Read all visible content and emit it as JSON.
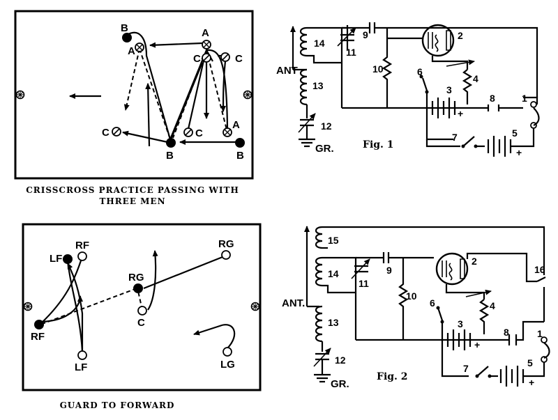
{
  "panels": {
    "crisscross": {
      "caption_line1": "CRISSCROSS PRACTICE PASSING WITH",
      "caption_line2": "THREE MEN",
      "labels": {
        "b_top": "B",
        "a_left": "A",
        "a_right": "A",
        "c_mid": "C",
        "c_right": "C",
        "c_low_mid": "C",
        "a_low": "A",
        "c_left": "C",
        "b_bottom_mid": "B",
        "b_bottom_right": "B"
      }
    },
    "guard": {
      "caption": "GUARD TO FORWARD",
      "labels": {
        "rf_top": "RF",
        "lf_top": "LF",
        "rg_top": "RG",
        "rg_mid": "RG",
        "c": "C",
        "rf_left": "RF",
        "lf_bottom": "LF",
        "lg": "LG"
      }
    },
    "fig1": {
      "title": "Fig. 1",
      "ant": "ANT",
      "gr": "GR.",
      "numbers": {
        "n14": "14",
        "n11": "11",
        "n9": "9",
        "n2": "2",
        "n10": "10",
        "n6": "6",
        "n4": "4",
        "n3": "3",
        "n8": "8",
        "n1": "1",
        "n13": "13",
        "n12": "12",
        "n7": "7",
        "n5": "5",
        "plus3": "+",
        "plus5": "+"
      }
    },
    "fig2": {
      "title": "Fig. 2",
      "ant": "ANT.",
      "gr": "GR.",
      "numbers": {
        "n15": "15",
        "n14": "14",
        "n11": "11",
        "n9": "9",
        "n2": "2",
        "n10": "10",
        "n16": "16",
        "n6": "6",
        "n4": "4",
        "n3": "3",
        "n8": "8",
        "n1": "1",
        "n13": "13",
        "n12": "12",
        "n7": "7",
        "n5": "5",
        "plus3": "+",
        "plus5": "+"
      }
    }
  }
}
